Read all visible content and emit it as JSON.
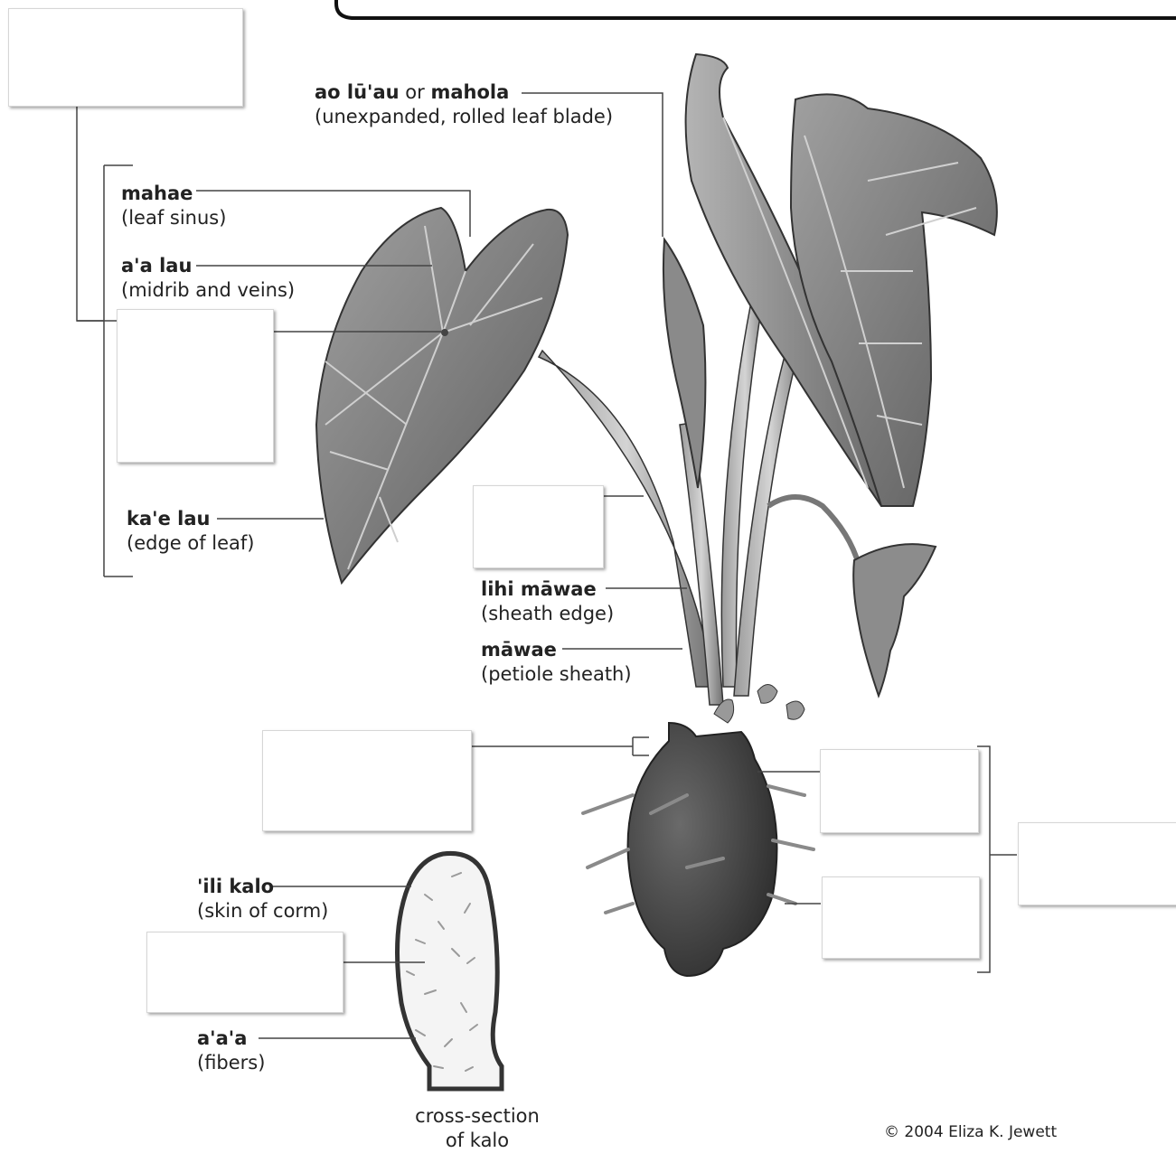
{
  "labels": {
    "ao_luau": {
      "term": "ao lū'au",
      "joiner": " or ",
      "term2": "mahola",
      "desc": "(unexpanded, rolled leaf blade)"
    },
    "mahae": {
      "term": "mahae",
      "desc": "(leaf sinus)"
    },
    "aa_lau": {
      "term": "a'a lau",
      "desc": "(midrib and veins)"
    },
    "kae_lau": {
      "term": "ka'e lau",
      "desc": "(edge of leaf)"
    },
    "lihi_mawae": {
      "term": "lihi māwae",
      "desc": "(sheath edge)"
    },
    "mawae": {
      "term": "māwae",
      "desc": "(petiole sheath)"
    },
    "ili_kalo": {
      "term": "'ili kalo",
      "desc": "(skin of corm)"
    },
    "aaa": {
      "term": "a'a'a",
      "desc": "(fibers)"
    }
  },
  "caption": {
    "line1": "cross-section",
    "line2": "of kalo"
  },
  "copyright": "© 2004 Eliza K. Jewett",
  "blank_boxes": 9,
  "colors": {
    "leaf_dark": "#6e6e6e",
    "leaf_light": "#a8a8a8",
    "corm": "#3e3e3e",
    "line": "#444444"
  }
}
